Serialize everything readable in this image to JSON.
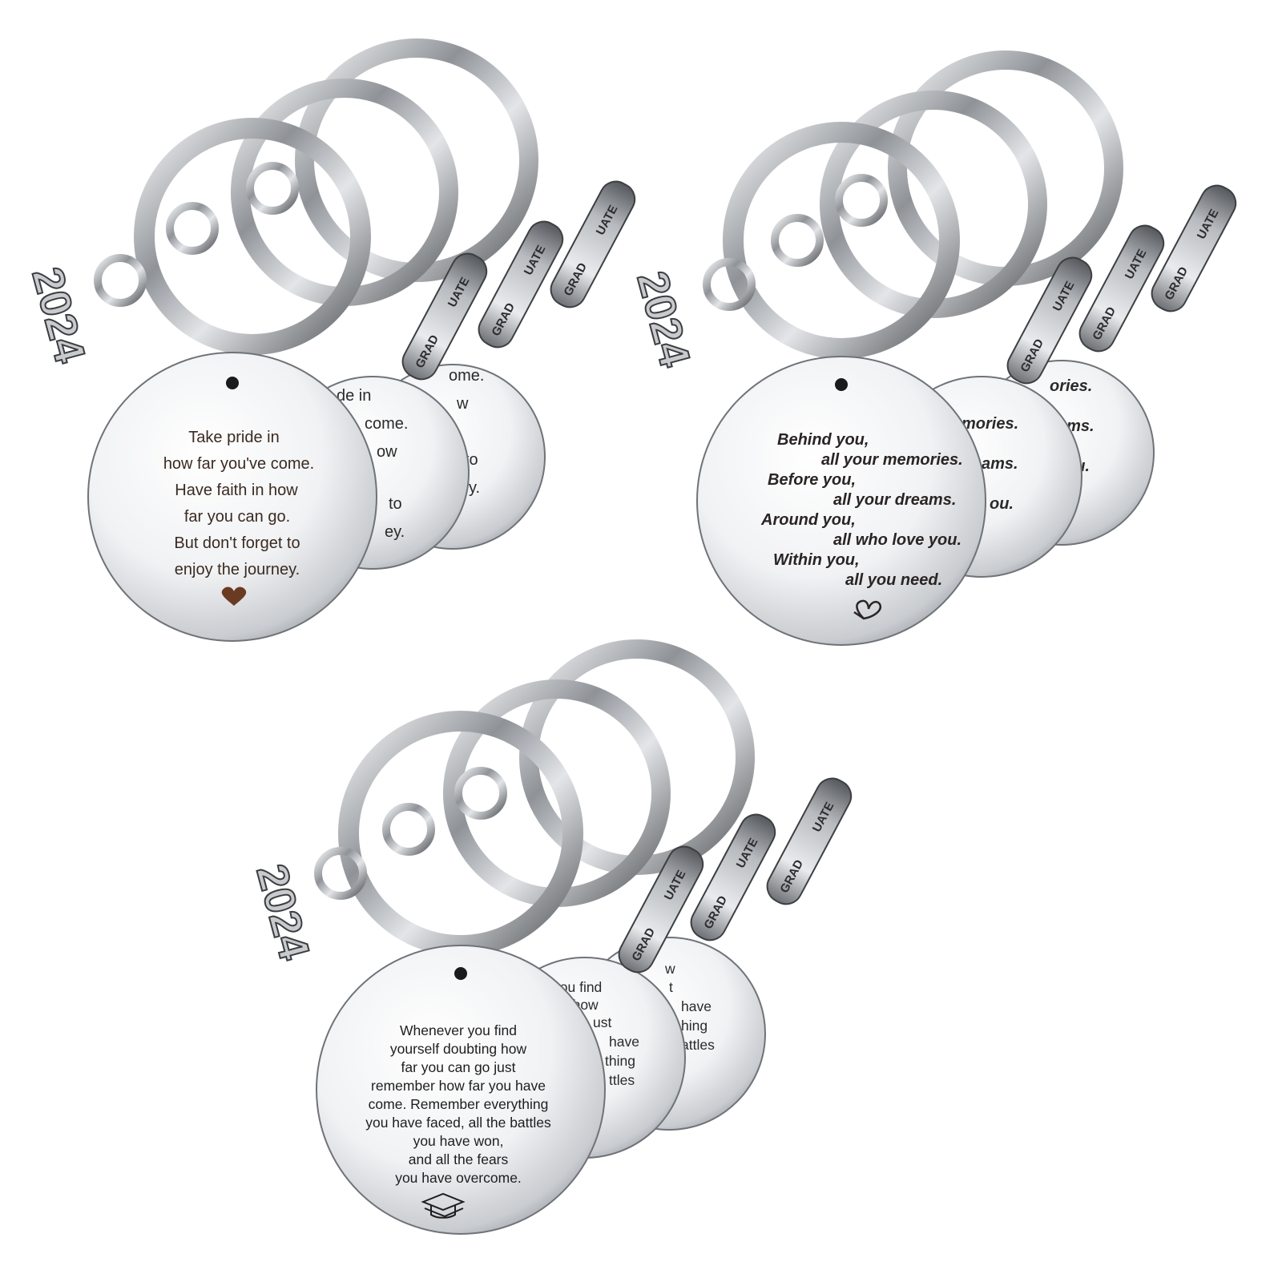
{
  "colors": {
    "background": "#ffffff",
    "metal_light": "#eef0f2",
    "metal_dark": "#3d3f42",
    "engraving": "#2a2424",
    "heart": "#6b3a22"
  },
  "products": [
    {
      "id": "set-pride",
      "year_charm": "2024",
      "scroll_labels": [
        "GRAD",
        "UATE"
      ],
      "front_lines": [
        "Take pride in",
        "how far you've come.",
        "Have faith in how",
        "far you can go.",
        "But don't forget to",
        "enjoy the journey."
      ],
      "back_fragments_1": [
        "de in",
        "come.",
        "ow",
        "to",
        "ey."
      ],
      "back_fragments_2": [
        "ome.",
        "w",
        "to",
        "y."
      ],
      "ornament_icon": "heart-icon"
    },
    {
      "id": "set-behind-you",
      "year_charm": "2024",
      "scroll_labels": [
        "GRAD",
        "UATE"
      ],
      "front_lines": [
        "Behind you,",
        "all your memories.",
        "Before you,",
        "all your dreams.",
        "Around you,",
        "all who love you.",
        "Within you,",
        "all you need."
      ],
      "back_fragments_1": [
        "mories.",
        "ams.",
        "ou."
      ],
      "back_fragments_2": [
        "ories.",
        "ams.",
        "ou."
      ],
      "ornament_icon": "heart-scribble-icon"
    },
    {
      "id": "set-whenever",
      "year_charm": "2024",
      "scroll_labels": [
        "GRAD",
        "UATE"
      ],
      "front_lines": [
        "Whenever you find",
        "yourself doubting how",
        "far you can go just",
        "remember how far you have",
        "come. Remember everything",
        "you have faced, all the battles",
        "you have won,",
        "and all the fears",
        "you have overcome."
      ],
      "back_fragments_1": [
        "you find",
        "g how",
        "ust",
        "have",
        "thing",
        "ttles"
      ],
      "back_fragments_2": [
        "w",
        "t",
        "have",
        "hing",
        "attles"
      ],
      "ornament_icon": "graduation-cap-icon"
    }
  ]
}
